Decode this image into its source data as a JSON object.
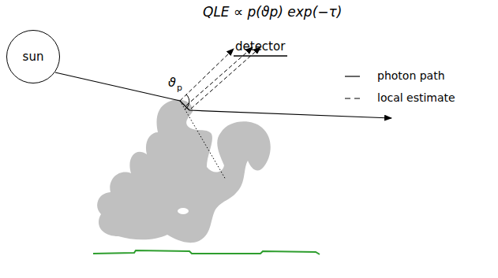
{
  "diagram": {
    "title": "QLE ∝ p(ϑp) exp(−τ)",
    "nodes": [
      {
        "text": [
          "sun"
        ]
      }
    ],
    "labels": [
      "detector",
      "ϑ",
      "p"
    ],
    "legend": [
      {
        "text": "photon path"
      },
      {
        "text": "local estimate"
      }
    ]
  }
}
